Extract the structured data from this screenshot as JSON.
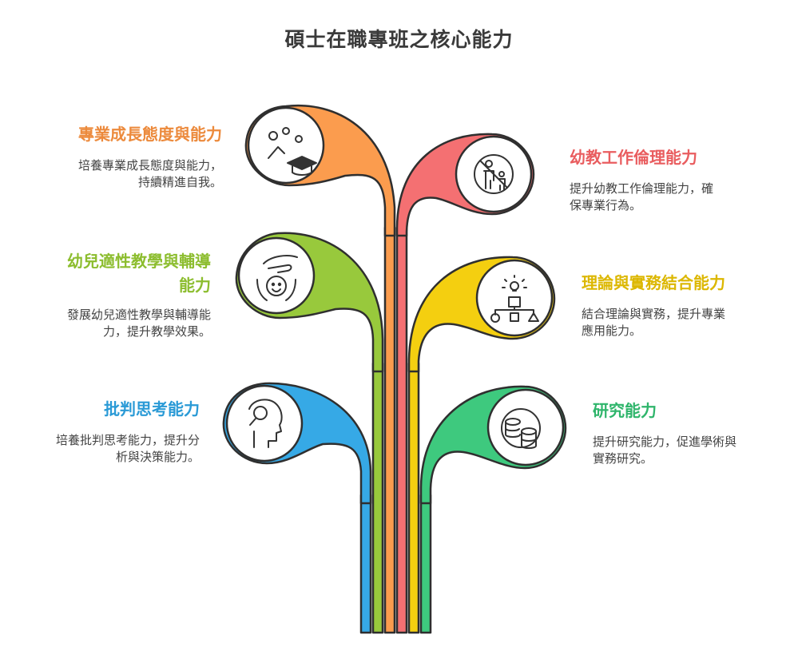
{
  "title": "碩士在職專班之核心能力",
  "left_items": [
    {
      "heading": "專業成長態度與能力",
      "desc_lines": [
        "培養專業成長態度與能力，",
        "持續精進自我。"
      ],
      "color": "#fb9c4e",
      "icon": "graduation-cap-icon"
    },
    {
      "heading": "幼兒適性教學與輔導能力",
      "heading_lines": [
        "幼兒適性教學與輔導",
        "能力"
      ],
      "desc_lines": [
        "發展幼兒適性教學與輔導能",
        "力，提升教學效果。"
      ],
      "color": "#98c93c",
      "icon": "child-care-icon"
    },
    {
      "heading": "批判思考能力",
      "desc_lines": [
        "培養批判思考能力，提升分",
        "析與決策能力。"
      ],
      "color": "#36a9e6",
      "icon": "thinking-head-icon"
    }
  ],
  "right_items": [
    {
      "heading": "幼教工作倫理能力",
      "desc_lines": [
        "提升幼教工作倫理能力，確",
        "保專業行為。"
      ],
      "color": "#f47072",
      "icon": "no-child-harm-icon"
    },
    {
      "heading": "理論與實務結合能力",
      "desc_lines": [
        "結合理論與實務，提升專業",
        "應用能力。"
      ],
      "color": "#f4cf10",
      "icon": "idea-flowchart-icon"
    },
    {
      "heading": "研究能力",
      "desc_lines": [
        "提升研究能力，促進學術與",
        "實務研究。"
      ],
      "color": "#3ec97e",
      "icon": "database-icon"
    }
  ]
}
